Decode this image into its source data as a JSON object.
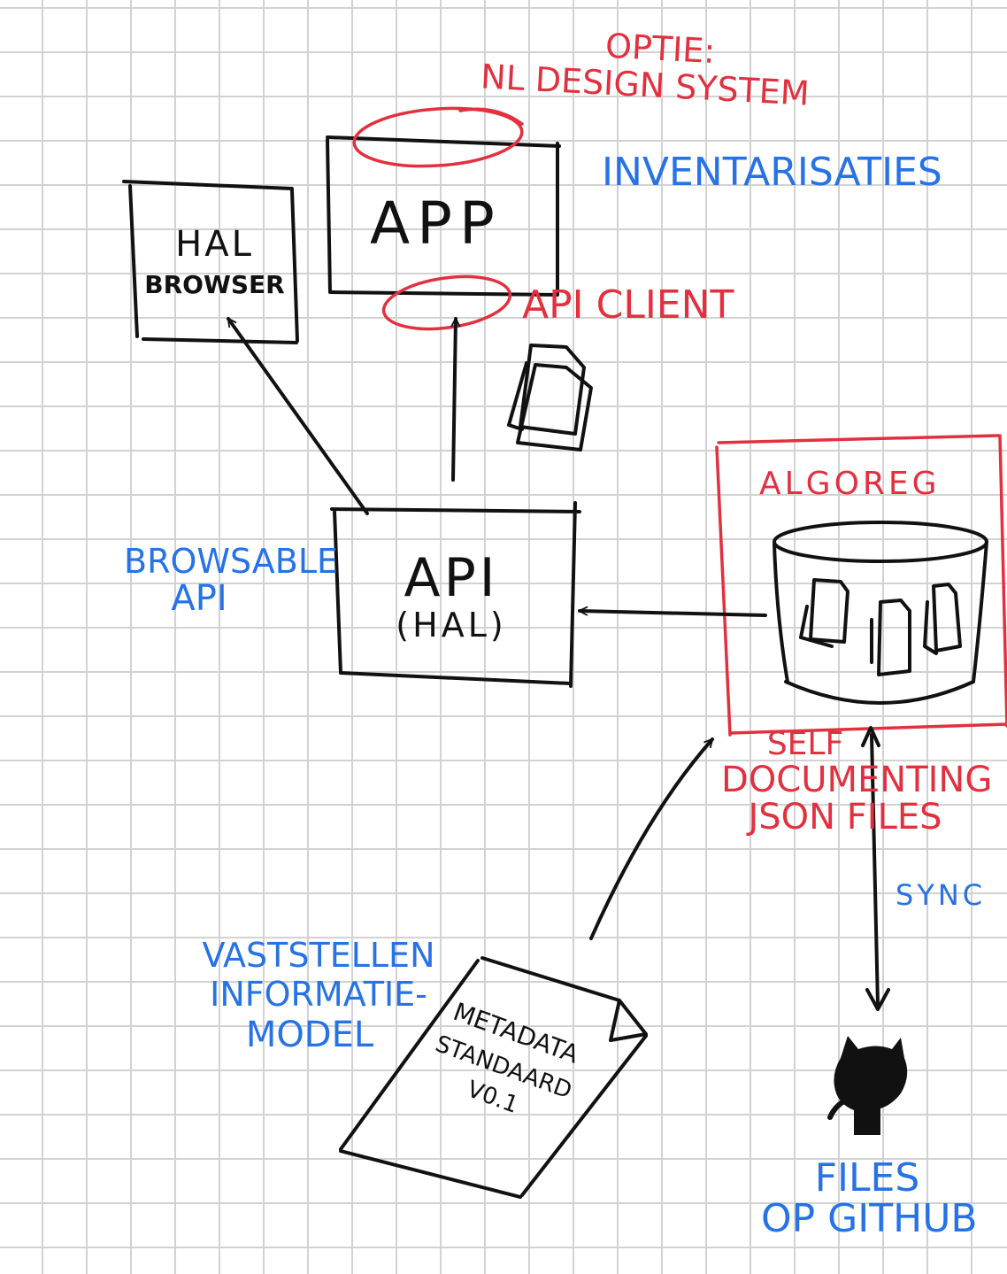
{
  "colors": {
    "ink_black": "#111111",
    "ink_red": "#e3303f",
    "ink_blue": "#2672e6",
    "grid": "#d2d2d2"
  },
  "boxes": {
    "app": {
      "label": "APP"
    },
    "hal_browser": {
      "line1": "HAL",
      "line2": "BROWSER"
    },
    "api": {
      "line1": "API",
      "line2": "(HAL)"
    },
    "algoreg": {
      "label": "ALGOREG"
    },
    "metadata_standard": {
      "line1": "METADATA",
      "line2": "STANDAARD",
      "line3": "V0.1"
    }
  },
  "annotations": {
    "optie_line1": "OPTIE:",
    "optie_line2": "NL DESIGN SYSTEM",
    "inventarisaties": "INVENTARISATIES",
    "api_client": "API CLIENT",
    "browsable_api_line1": "BROWSABLE",
    "browsable_api_line2": "API",
    "self_documenting_line1": "SELF",
    "self_documenting_line2": "DOCUMENTING",
    "self_documenting_line3": "JSON FILES",
    "sync": "SYNC",
    "vaststellen_line1": "VASTSTELLEN",
    "vaststellen_line2": "INFORMATIE-",
    "vaststellen_line3": "MODEL",
    "files_github_line1": "FILES",
    "files_github_line2": "OP GITHUB"
  },
  "icons": {
    "documents_stack": "documents-icon",
    "database": "database-icon",
    "github": "github-octocat-icon"
  }
}
